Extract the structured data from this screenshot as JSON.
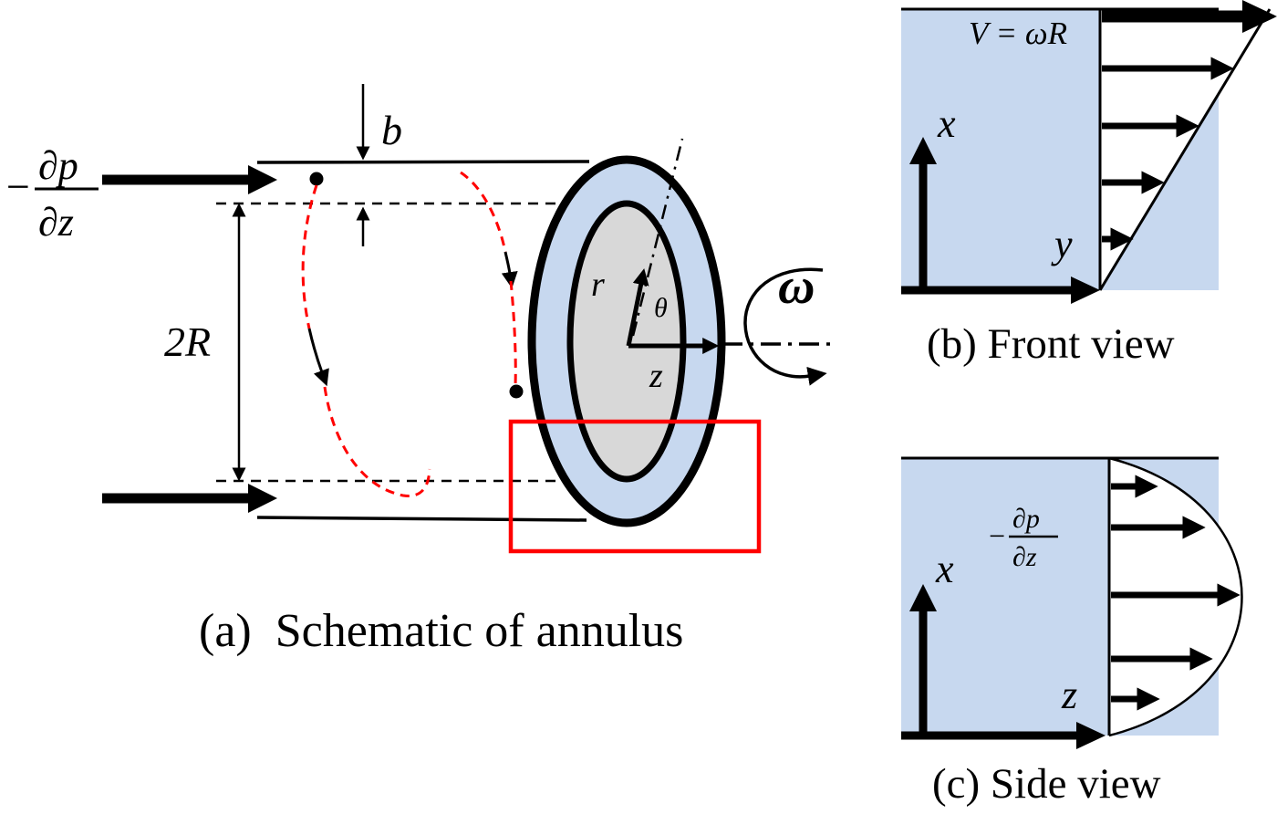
{
  "colors": {
    "blue_fill": "#c7d8ef",
    "gray_fill": "#d8d8d8",
    "red": "#ff0000",
    "black": "#000000"
  },
  "panel_a": {
    "caption": "(a)  Schematic of annulus",
    "pressure_minus": "−",
    "pressure_num": "∂p",
    "pressure_den": "∂z",
    "gap_label": "b",
    "diameter_label": "2R",
    "omega_label": "ω",
    "axis_r": "r",
    "axis_theta": "θ",
    "axis_z": "z"
  },
  "panel_b": {
    "caption": "(b) Front view",
    "wall_velocity_label": "V = ωR",
    "axis_x": "x",
    "axis_y": "y"
  },
  "panel_c": {
    "caption": "(c) Side view",
    "pressure_minus": "−",
    "pressure_num": "∂p",
    "pressure_den": "∂z",
    "axis_x": "x",
    "axis_z": "z"
  }
}
